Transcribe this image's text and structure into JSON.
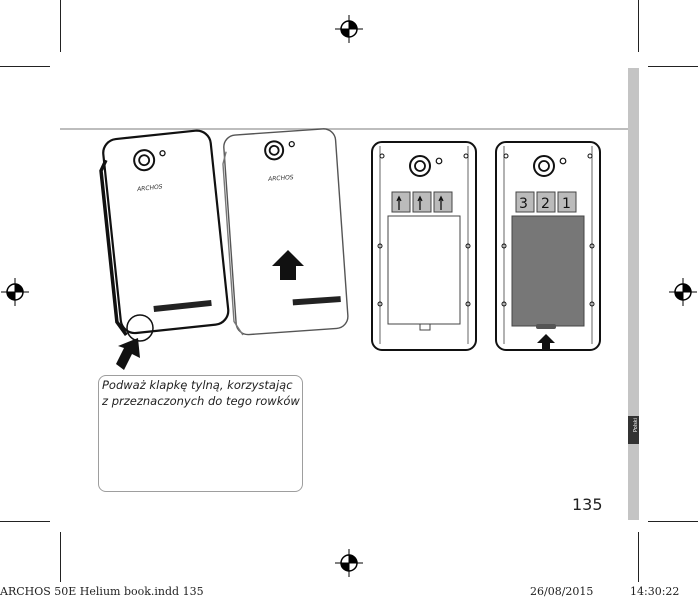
{
  "caption": {
    "text": " Podważ klapkę tylną, korzystając z przeznaczonych do tego rowków"
  },
  "phones": {
    "brand": "ARCHOS",
    "sim_slots": [
      "3",
      "2",
      "1"
    ]
  },
  "page_number": "135",
  "language_tab": "Polski",
  "footer": {
    "file": "ARCHOS 50E Helium book.indd   135",
    "date": "26/08/2015",
    "time": "14:30:22"
  }
}
